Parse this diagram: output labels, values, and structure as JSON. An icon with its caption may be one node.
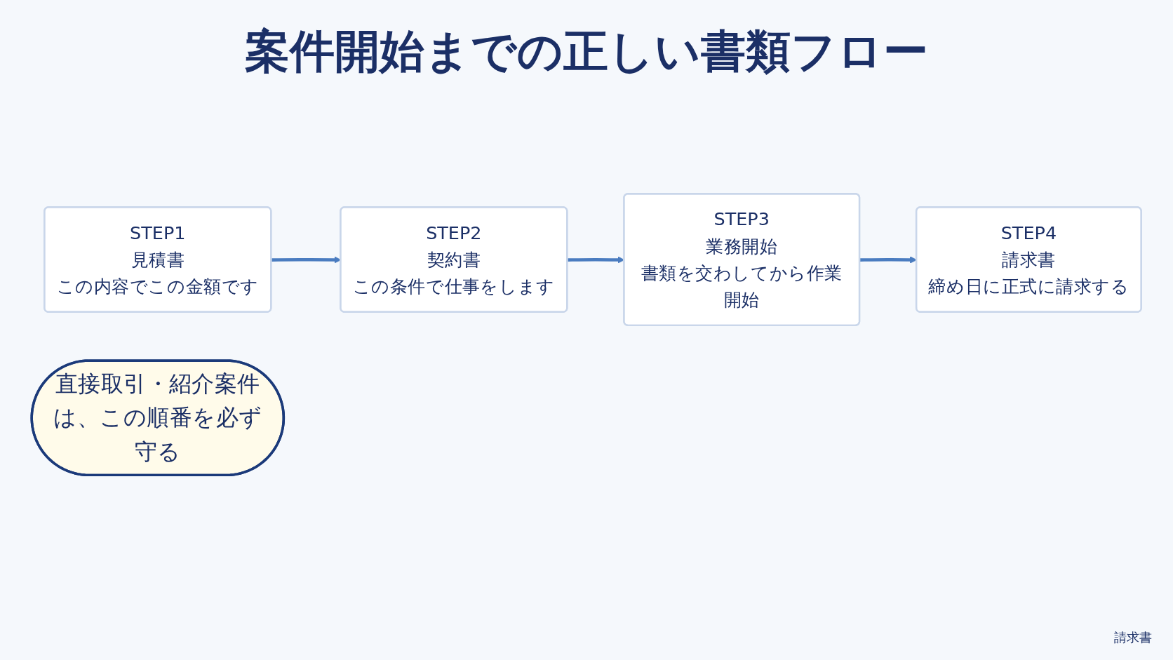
{
  "diagram": {
    "title": "案件開始までの正しい書類フロー",
    "nodes": [
      {
        "text": [
          "STEP1",
          "見積書",
          "この内容でこの金額です"
        ]
      },
      {
        "text": [
          "STEP2",
          "契約書",
          "この条件で仕事をします"
        ]
      },
      {
        "text": [
          "STEP3",
          "業務開始",
          "書類を交わしてから作業開始"
        ]
      },
      {
        "text": [
          "STEP4",
          "請求書",
          "締め日に正式に請求する"
        ]
      },
      {
        "text": [
          "直接取引・紹介案件は、この順番を必ず守る"
        ]
      }
    ],
    "edges": [
      {
        "from": 0,
        "to": 1,
        "arrow": "to"
      },
      {
        "from": 1,
        "to": 2,
        "arrow": "to"
      },
      {
        "from": 2,
        "to": 3,
        "arrow": "to"
      }
    ],
    "labels": [
      "請求書"
    ]
  }
}
